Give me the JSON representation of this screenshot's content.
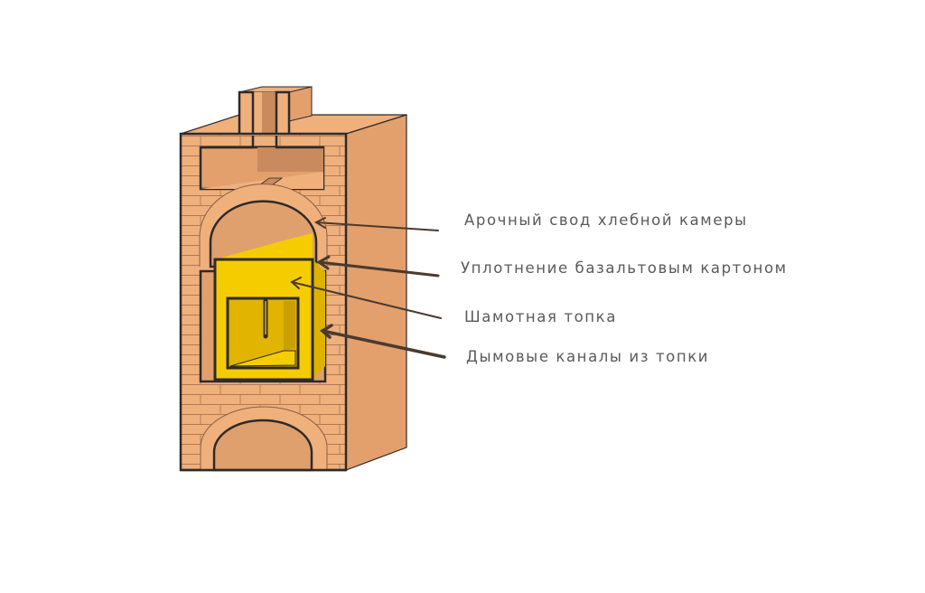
{
  "labels": [
    "Арочный свод хлебной камеры",
    "Уплотнение базальтовым картоном",
    "Шамотная топка",
    "Дымовые каналы из топки"
  ],
  "colors": {
    "brick": "#EFB07C",
    "brick_side": "#E3A06C",
    "brick_dark": "#C98A5E",
    "firebox": "#F5CC00",
    "firebox_dark": "#DDB300",
    "outline": "#2E2A2A",
    "arrow": "#4A3A30",
    "text": "#5A5A5A"
  }
}
